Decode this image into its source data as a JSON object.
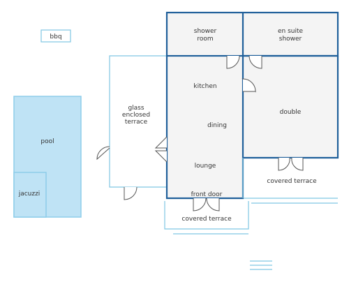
{
  "labels": {
    "bbq": "bbq",
    "shower_room_1": "shower",
    "shower_room_2": "room",
    "en_suite_1": "en suite",
    "en_suite_2": "shower",
    "kitchen": "kitchen",
    "dining": "dining",
    "lounge": "lounge",
    "double": "double",
    "glass_1": "glass",
    "glass_2": "enclosed",
    "glass_3": "terrace",
    "pool": "pool",
    "jacuzzi": "jacuzzi",
    "front_door": "front door",
    "covered_terrace_left": "covered terrace",
    "covered_terrace_right": "covered terrace"
  },
  "colors": {
    "wall": "#1f5f9a",
    "light_line": "#7fc6e3",
    "room_fill": "#f4f4f4",
    "pool_fill": "#bfe3f5",
    "pool_stroke": "#8dcdea",
    "door": "#555555",
    "text": "#333333"
  },
  "icons": [
    "door-swing-icon",
    "menu-lines-icon"
  ]
}
